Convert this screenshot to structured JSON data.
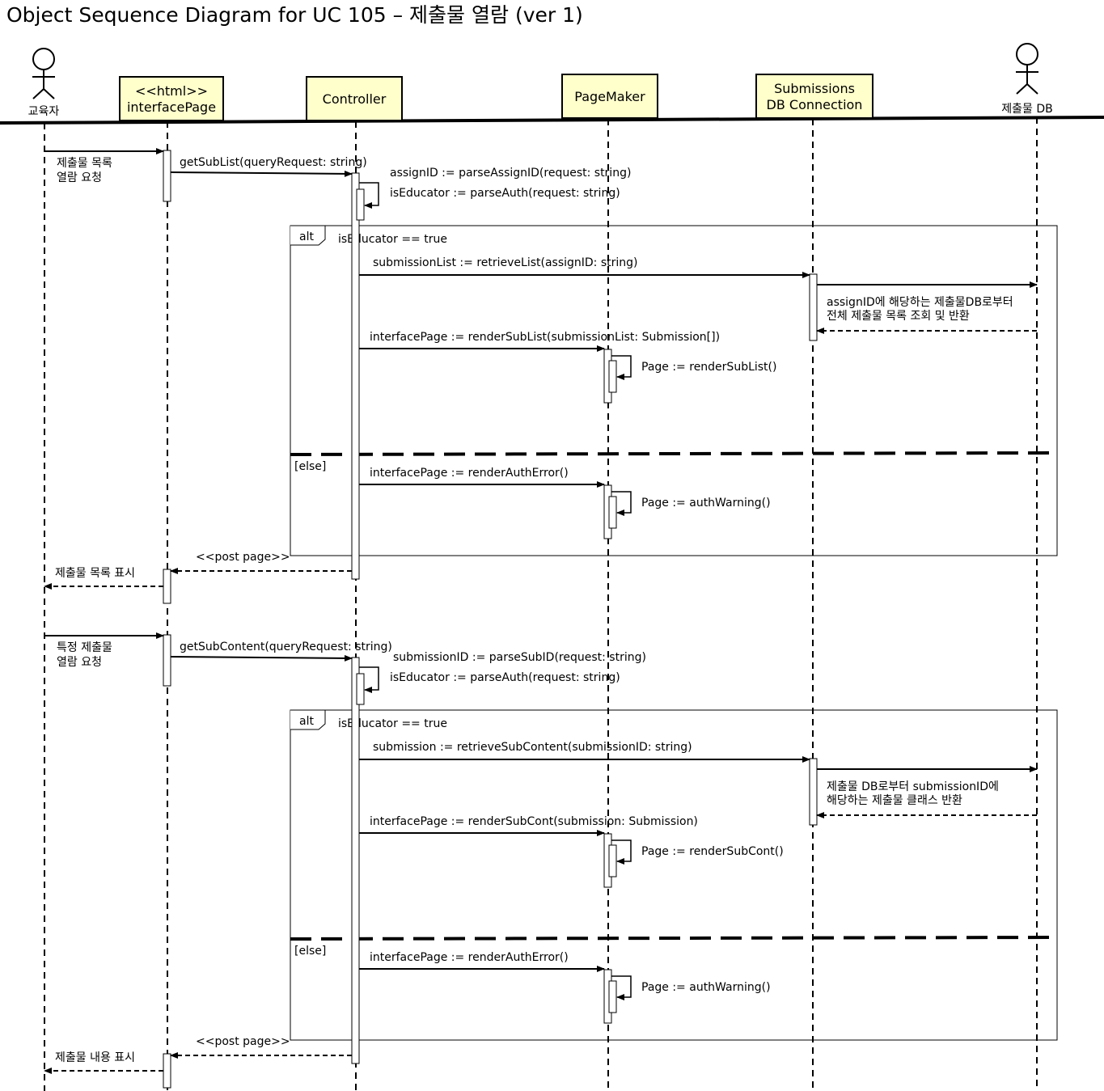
{
  "title": "Object Sequence Diagram for UC 105 – 제출물 열람 (ver 1)",
  "participants": {
    "educator": "교육자",
    "interfacePage": [
      "<<html>>",
      "interfacePage"
    ],
    "controller": "Controller",
    "pageMaker": "PageMaker",
    "dbConnection": [
      "Submissions",
      "DB Connection"
    ],
    "db": "제출물 DB"
  },
  "colors": {
    "box_fill": "#ffffcc",
    "squiggle": "#e03030"
  },
  "section1": {
    "request": [
      "제출물 목록",
      "열람 요청"
    ],
    "call": "getSubList(queryRequest: string)",
    "parse1": "assignID := parseAssignID(request: string)",
    "parse2": "isEducator := parseAuth(request: string)",
    "alt_tag": "alt",
    "guard": "isEducator == true",
    "retrieve": "submissionList := retrieveList(assignID: string)",
    "db_note": [
      "assignID에 해당하는 제출물DB로부터",
      "전체 제출물 목록 조회 및 반환"
    ],
    "render": "interfacePage := renderSubList(submissionList: Submission[])",
    "page_self": "Page := renderSubList()",
    "else_tag": "[else]",
    "render_error": "interfacePage := renderAuthError()",
    "warn_self": "Page := authWarning()",
    "post": "<<post page>>",
    "display": "제출물 목록 표시"
  },
  "section2": {
    "request": [
      "특정 제출물",
      "열람 요청"
    ],
    "call": "getSubContent(queryRequest: string)",
    "parse1": "submissionID := parseSubID(request: string)",
    "parse2": "isEducator := parseAuth(request: string)",
    "alt_tag": "alt",
    "guard": "isEducator == true",
    "retrieve": "submission := retrieveSubContent(submissionID: string)",
    "db_note": [
      "제출물 DB로부터 submissionID에",
      "해당하는 제출물 클래스 반환"
    ],
    "render": "interfacePage := renderSubCont(submission: Submission)",
    "page_self": "Page := renderSubCont()",
    "else_tag": "[else]",
    "render_error": "interfacePage := renderAuthError()",
    "warn_self": "Page := authWarning()",
    "post": "<<post page>>",
    "display": "제출물 내용 표시"
  }
}
